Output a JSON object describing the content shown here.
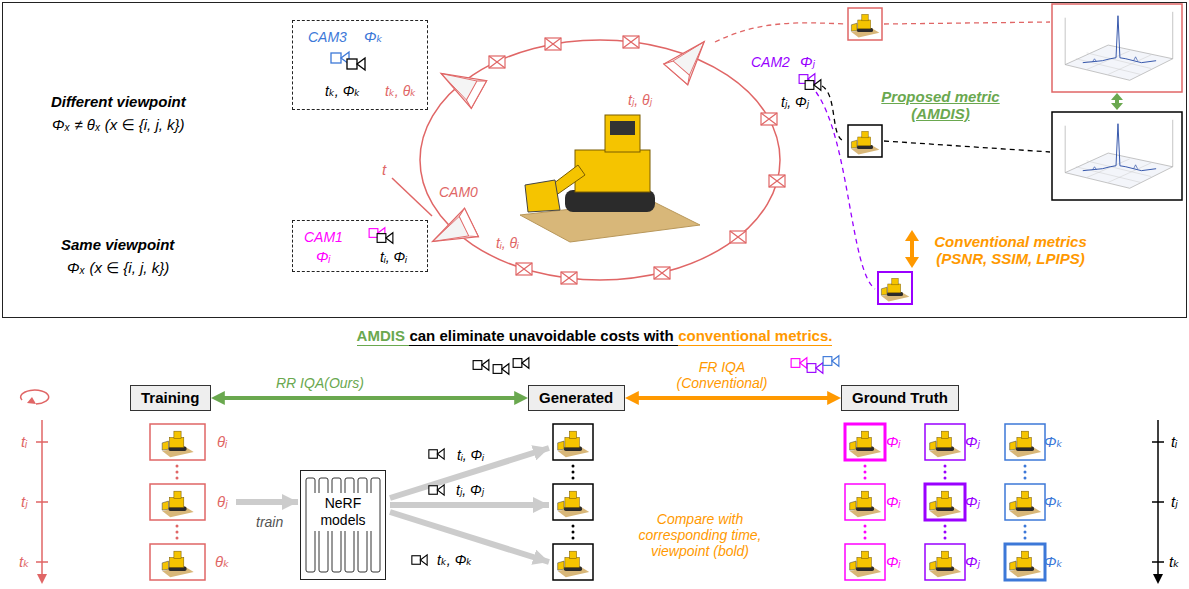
{
  "diagram": {
    "nodes": [
      {
        "text": [
          "CAM3",
          "Φₖ",
          "tₖ, Φₖ",
          "tₖ, θₖ"
        ]
      },
      {
        "text": [
          "CAM1",
          "Φᵢ",
          "tᵢ, Φᵢ"
        ]
      },
      {
        "text": [
          "Training"
        ]
      },
      {
        "text": [
          "NeRF models"
        ]
      },
      {
        "text": [
          "Generated"
        ]
      },
      {
        "text": [
          "Ground Truth"
        ]
      }
    ],
    "edges": [
      {
        "from": 2,
        "to": 4,
        "arrow": "both",
        "label": "RR IQA(Ours)"
      },
      {
        "from": 4,
        "to": 5,
        "arrow": "both",
        "label": "FR IQA (Conventional)"
      }
    ],
    "labels": [
      "Different viewpoint",
      "Φₓ ≠ θₓ (x ∈ {i, j, k})",
      "Same viewpoint",
      "Φₓ (x ∈ {i, j, k})",
      "t",
      "CAM0",
      "tᵢ, θᵢ",
      "tⱼ, θⱼ",
      "CAM2",
      "Φⱼ",
      "tⱼ, Φⱼ",
      "Proposed metric (AMDIS)",
      "Conventional metrics (PSNR, SSIM, LPIPS)",
      "AMDIS",
      "can eliminate unavoidable costs with",
      "conventional metrics.",
      "tᵢ",
      "tⱼ",
      "tₖ",
      "θᵢ",
      "θⱼ",
      "θₖ",
      "train",
      "tᵢ, Φᵢ",
      "tⱼ, Φⱼ",
      "tₖ, Φₖ",
      "Compare with corresponding time, viewpoint (bold)",
      "Φᵢ",
      "Φⱼ",
      "Φₖ",
      "Φᵢ",
      "Φⱼ",
      "Φₖ",
      "Φᵢ",
      "Φⱼ",
      "Φₖ",
      "tᵢ",
      "tⱼ",
      "tₖ"
    ]
  }
}
